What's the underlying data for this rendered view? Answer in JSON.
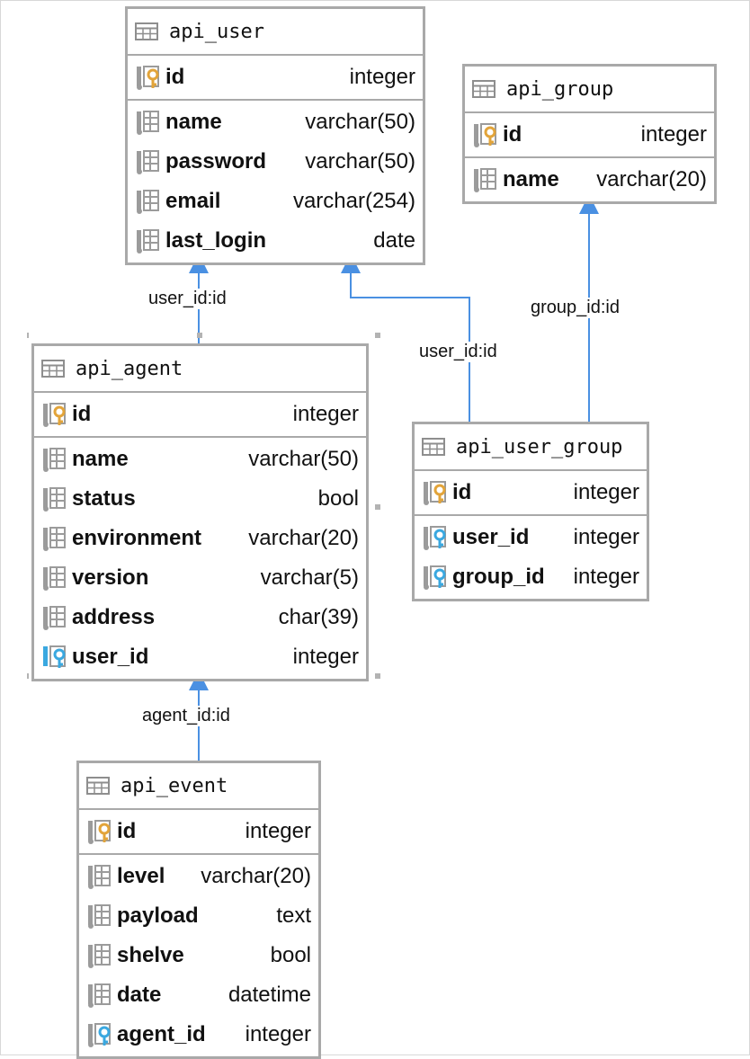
{
  "colors": {
    "border": "#a9a9a9",
    "edge": "#4a90e2",
    "pk_key": "#e2a43a",
    "fk_key": "#3aa8e0",
    "column_icon": "#9b9b9b"
  },
  "tables": [
    {
      "id": "api_user",
      "name": "api_user",
      "pk": [
        {
          "name": "id",
          "type": "integer",
          "icon": "primary-key-icon"
        }
      ],
      "columns": [
        {
          "name": "name",
          "type": "varchar(50)",
          "icon": "column-icon"
        },
        {
          "name": "password",
          "type": "varchar(50)",
          "icon": "column-icon"
        },
        {
          "name": "email",
          "type": "varchar(254)",
          "icon": "column-icon"
        },
        {
          "name": "last_login",
          "type": "date",
          "icon": "column-icon"
        }
      ]
    },
    {
      "id": "api_group",
      "name": "api_group",
      "pk": [
        {
          "name": "id",
          "type": "integer",
          "icon": "primary-key-icon"
        }
      ],
      "columns": [
        {
          "name": "name",
          "type": "varchar(20)",
          "icon": "column-icon"
        }
      ]
    },
    {
      "id": "api_agent",
      "name": "api_agent",
      "pk": [
        {
          "name": "id",
          "type": "integer",
          "icon": "primary-key-icon"
        }
      ],
      "columns": [
        {
          "name": "name",
          "type": "varchar(50)",
          "icon": "column-icon"
        },
        {
          "name": "status",
          "type": "bool",
          "icon": "column-icon"
        },
        {
          "name": "environment",
          "type": "varchar(20)",
          "icon": "column-icon"
        },
        {
          "name": "version",
          "type": "varchar(5)",
          "icon": "column-icon"
        },
        {
          "name": "address",
          "type": "char(39)",
          "icon": "column-icon"
        },
        {
          "name": "user_id",
          "type": "integer",
          "icon": "foreign-key-icon"
        }
      ]
    },
    {
      "id": "api_user_group",
      "name": "api_user_group",
      "pk": [
        {
          "name": "id",
          "type": "integer",
          "icon": "primary-key-icon"
        }
      ],
      "columns": [
        {
          "name": "user_id",
          "type": "integer",
          "icon": "foreign-key-icon"
        },
        {
          "name": "group_id",
          "type": "integer",
          "icon": "foreign-key-icon"
        }
      ]
    },
    {
      "id": "api_event",
      "name": "api_event",
      "pk": [
        {
          "name": "id",
          "type": "integer",
          "icon": "primary-key-icon"
        }
      ],
      "columns": [
        {
          "name": "level",
          "type": "varchar(20)",
          "icon": "column-icon"
        },
        {
          "name": "payload",
          "type": "text",
          "icon": "column-icon"
        },
        {
          "name": "shelve",
          "type": "bool",
          "icon": "column-icon"
        },
        {
          "name": "date",
          "type": "datetime",
          "icon": "column-icon"
        },
        {
          "name": "agent_id",
          "type": "integer",
          "icon": "foreign-key-icon"
        }
      ]
    }
  ],
  "relations": [
    {
      "from": "api_agent",
      "to": "api_user",
      "label": "user_id:id"
    },
    {
      "from": "api_user_group",
      "to": "api_user",
      "label": "user_id:id"
    },
    {
      "from": "api_user_group",
      "to": "api_group",
      "label": "group_id:id"
    },
    {
      "from": "api_event",
      "to": "api_agent",
      "label": "agent_id:id"
    }
  ]
}
